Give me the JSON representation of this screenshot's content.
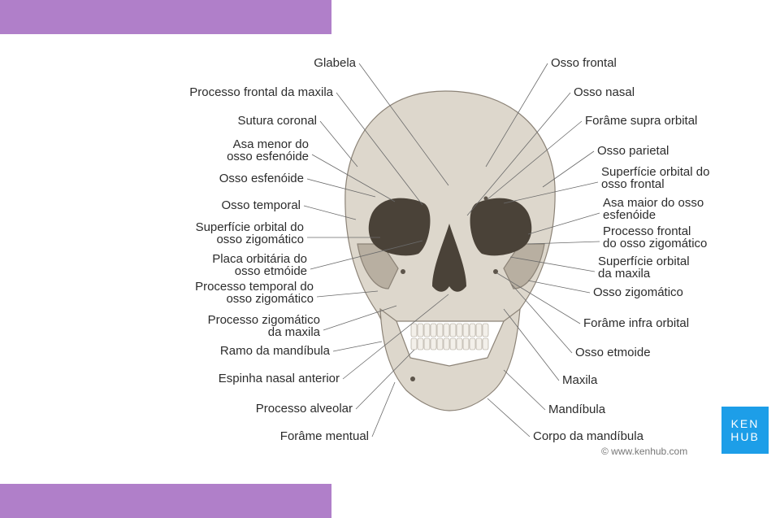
{
  "colors": {
    "accent_bar": "#b07fc9",
    "logo_bg": "#1d9ee8",
    "bone": "#ddd7cc",
    "bone_shadow": "#b8afa1",
    "label": "#2c2c2c"
  },
  "logo": {
    "line1": "KEN",
    "line2": "HUB"
  },
  "copyright": "© www.kenhub.com",
  "labels_left": [
    {
      "id": "glabela",
      "lines": [
        "Glabela"
      ]
    },
    {
      "id": "processo-frontal-maxila",
      "lines": [
        "Processo frontal da maxila"
      ]
    },
    {
      "id": "sutura-coronal",
      "lines": [
        "Sutura coronal"
      ]
    },
    {
      "id": "asa-menor",
      "lines": [
        "Asa menor do",
        "osso esfenóide"
      ]
    },
    {
      "id": "osso-esfenoide",
      "lines": [
        "Osso esfenóide"
      ]
    },
    {
      "id": "osso-temporal",
      "lines": [
        "Osso temporal"
      ]
    },
    {
      "id": "superficie-orbital-zigomatico",
      "lines": [
        "Superfície orbital do",
        "osso zigomático"
      ]
    },
    {
      "id": "placa-orbitaria",
      "lines": [
        "Placa orbitária do",
        "osso etmóide"
      ]
    },
    {
      "id": "processo-temporal",
      "lines": [
        "Processo temporal do",
        "osso zigomático"
      ]
    },
    {
      "id": "processo-zigomatico-maxila",
      "lines": [
        "Processo zigomático",
        "da maxila"
      ]
    },
    {
      "id": "ramo-mandibula",
      "lines": [
        "Ramo da mandíbula"
      ]
    },
    {
      "id": "espinha-nasal",
      "lines": [
        "Espinha nasal anterior"
      ]
    },
    {
      "id": "processo-alveolar",
      "lines": [
        "Processo alveolar"
      ]
    },
    {
      "id": "forame-mentual",
      "lines": [
        "Forâme mentual"
      ]
    }
  ],
  "labels_right": [
    {
      "id": "osso-frontal",
      "lines": [
        "Osso frontal"
      ]
    },
    {
      "id": "osso-nasal",
      "lines": [
        "Osso nasal"
      ]
    },
    {
      "id": "forame-supra",
      "lines": [
        "Forâme supra orbital"
      ]
    },
    {
      "id": "osso-parietal",
      "lines": [
        "Osso parietal"
      ]
    },
    {
      "id": "superficie-orbital-frontal",
      "lines": [
        "Superfície orbital do",
        "osso frontal"
      ]
    },
    {
      "id": "asa-maior",
      "lines": [
        "Asa maior do osso",
        "esfenóide"
      ]
    },
    {
      "id": "processo-frontal-zigomatico",
      "lines": [
        "Processo frontal",
        "do osso zigomático"
      ]
    },
    {
      "id": "superficie-orbital-maxila",
      "lines": [
        "Superfície orbital",
        "da maxila"
      ]
    },
    {
      "id": "osso-zigomatico",
      "lines": [
        "Osso zigomático"
      ]
    },
    {
      "id": "forame-infra",
      "lines": [
        "Forâme infra orbital"
      ]
    },
    {
      "id": "osso-etmoide",
      "lines": [
        "Osso etmoide"
      ]
    },
    {
      "id": "maxila",
      "lines": [
        "Maxila"
      ]
    },
    {
      "id": "mandibula",
      "lines": [
        "Mandíbula"
      ]
    },
    {
      "id": "corpo-mandibula",
      "lines": [
        "Corpo da mandíbula"
      ]
    }
  ]
}
